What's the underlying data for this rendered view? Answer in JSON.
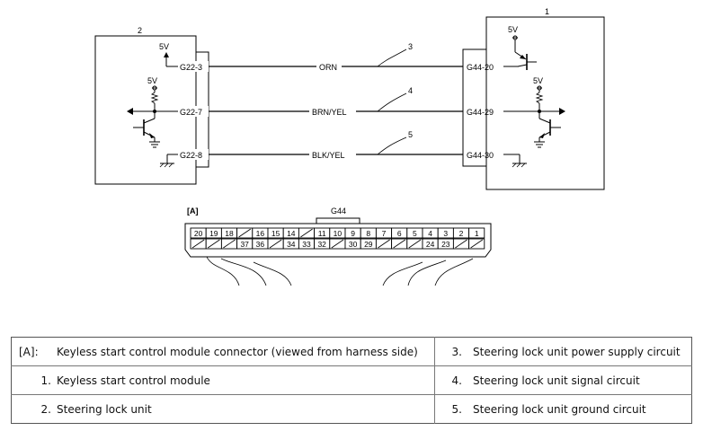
{
  "components": {
    "unit_1_number": "1",
    "unit_2_number": "2"
  },
  "supplies": {
    "left_top": "5V",
    "left_mid": "5V",
    "right_top": "5V",
    "right_mid": "5V"
  },
  "wires": [
    {
      "number": "3",
      "color": "ORN",
      "left_pin": "G22-3",
      "right_pin": "G44-20"
    },
    {
      "number": "4",
      "color": "BRN/YEL",
      "left_pin": "G22-7",
      "right_pin": "G44-29"
    },
    {
      "number": "5",
      "color": "BLK/YEL",
      "left_pin": "G22-8",
      "right_pin": "G44-30"
    }
  ],
  "connector": {
    "callout": "[A]",
    "name": "G44",
    "top_row": [
      "20",
      "19",
      "18",
      "",
      "16",
      "15",
      "14",
      "",
      "11",
      "10",
      "9",
      "8",
      "7",
      "6",
      "5",
      "4",
      "3",
      "2",
      "1"
    ],
    "bottom_row": [
      "",
      "",
      "",
      "37",
      "36",
      "",
      "34",
      "33",
      "32",
      "",
      "30",
      "29",
      "",
      "",
      "",
      "24",
      "23",
      "",
      ""
    ]
  },
  "legend": [
    {
      "left_key": "[A]:",
      "left_text": "Keyless start control module connector (viewed from harness side)",
      "right_key": "3.",
      "right_text": "Steering lock unit power supply circuit"
    },
    {
      "left_key": "1.",
      "left_text": "Keyless start control module",
      "right_key": "4.",
      "right_text": "Steering lock unit signal circuit"
    },
    {
      "left_key": "2.",
      "left_text": "Steering lock unit",
      "right_key": "5.",
      "right_text": "Steering lock unit ground circuit"
    }
  ]
}
